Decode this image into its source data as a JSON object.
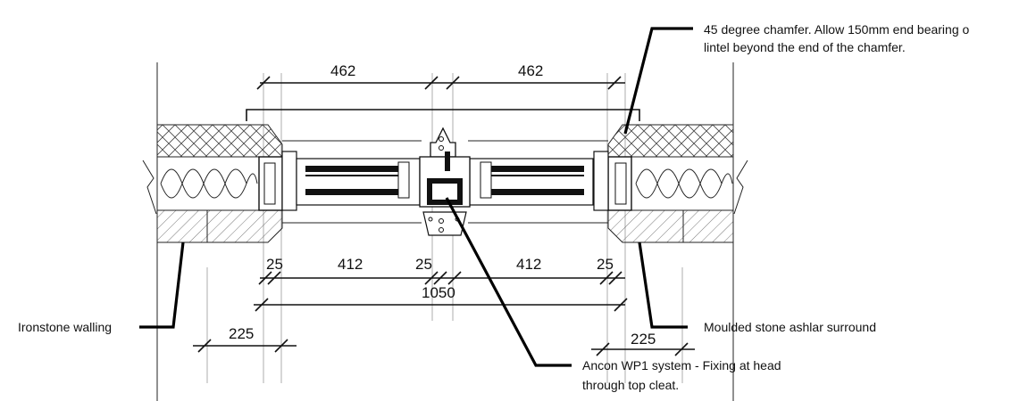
{
  "drawing": {
    "dimensions": {
      "top_left": "462",
      "top_right": "462",
      "frame_left": "25",
      "pane_left": "412",
      "frame_mid": "25",
      "pane_right": "412",
      "frame_right": "25",
      "overall": "1050",
      "reveal_left": "225",
      "reveal_right": "225"
    },
    "notes": {
      "chamfer_line1": "45 degree chamfer. Allow 150mm end bearing o",
      "chamfer_line2": "lintel beyond the end of the chamfer.",
      "ironstone": "Ironstone walling",
      "ashlar": "Moulded stone ashlar surround",
      "ancon_line1": "Ancon WP1 system - Fixing at head",
      "ancon_line2": "through top cleat."
    }
  },
  "colors": {
    "line": "#111111",
    "background": "#ffffff"
  }
}
